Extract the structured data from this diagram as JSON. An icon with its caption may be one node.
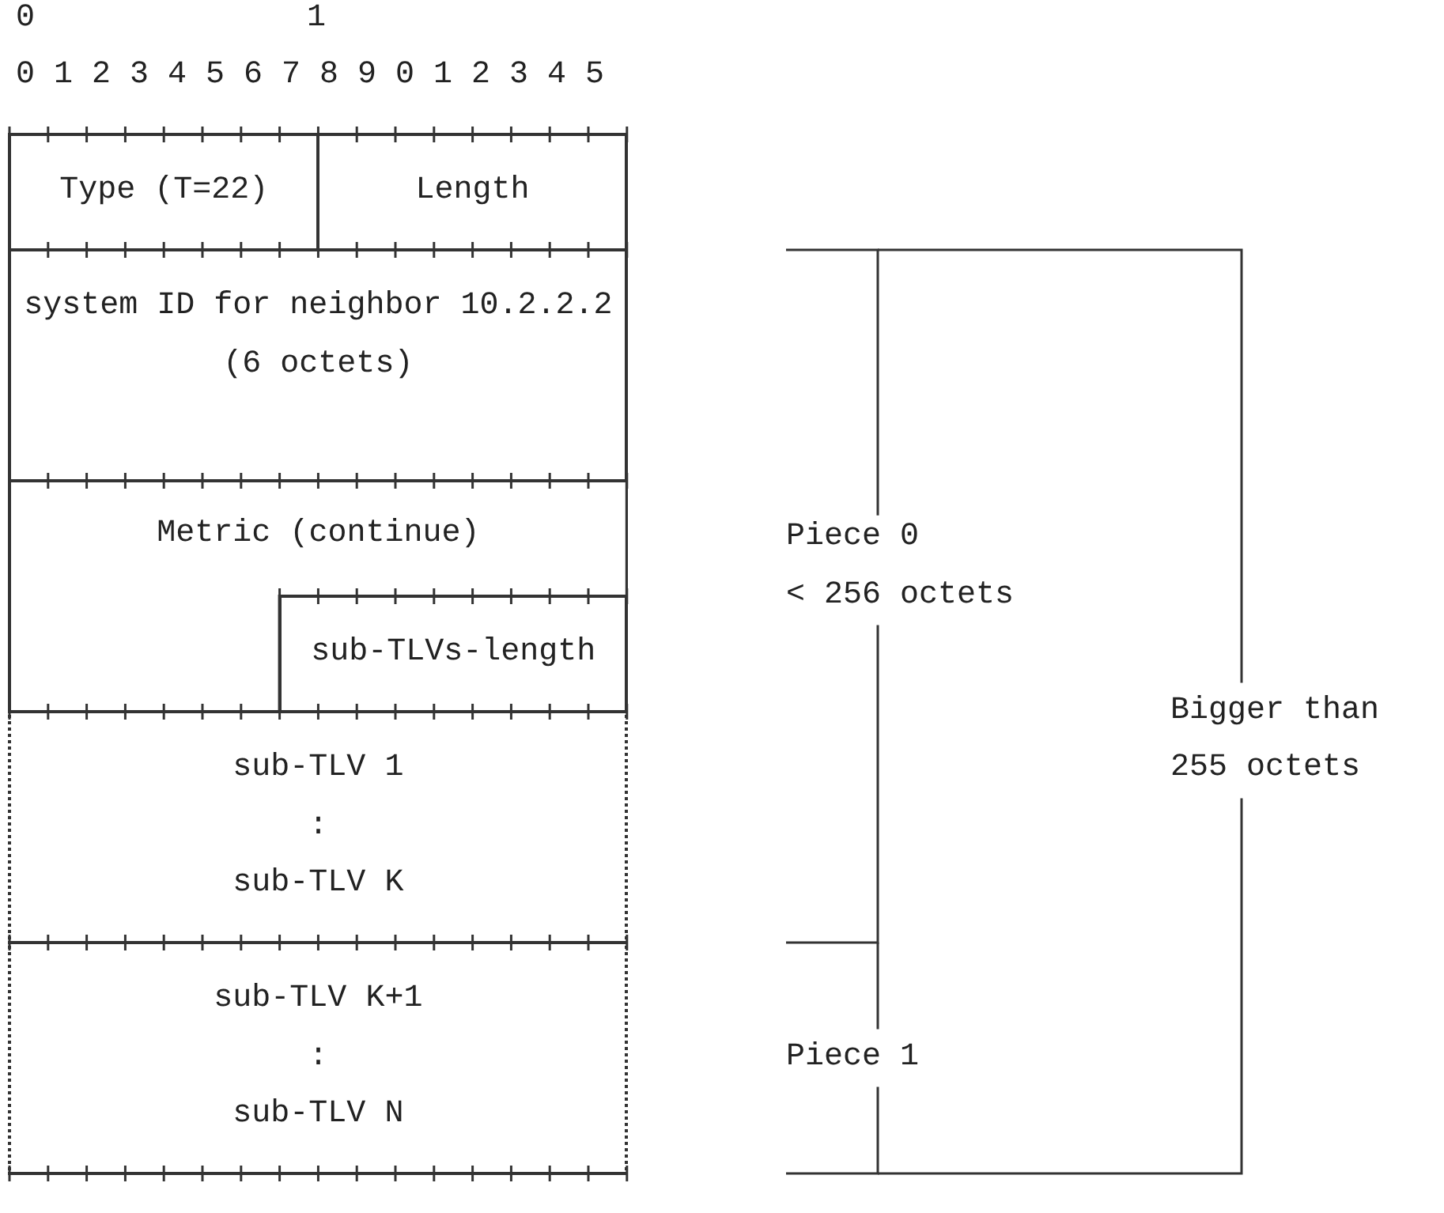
{
  "diagram": {
    "nodes": [
      {
        "text": [
          "Type (T=22)"
        ]
      },
      {
        "text": [
          "Length"
        ]
      },
      {
        "text": [
          "system ID for neighbor 10.2.2.2 (6 octets)"
        ]
      },
      {
        "text": [
          "Metric (continue)"
        ]
      },
      {
        "text": [
          "sub-TLVs-length"
        ]
      },
      {
        "text": [
          "sub-TLV 1",
          ":",
          "sub-TLV K"
        ]
      },
      {
        "text": [
          "sub-TLV K+1",
          ":",
          "sub-TLV N"
        ]
      }
    ],
    "labels": [
      "0",
      "1",
      "0 1 2 3 4 5 6 7 8 9 0 1 2 3 4 5",
      "Piece 0",
      "< 256 octets",
      "Bigger than 255 octets",
      "Piece 1"
    ]
  }
}
